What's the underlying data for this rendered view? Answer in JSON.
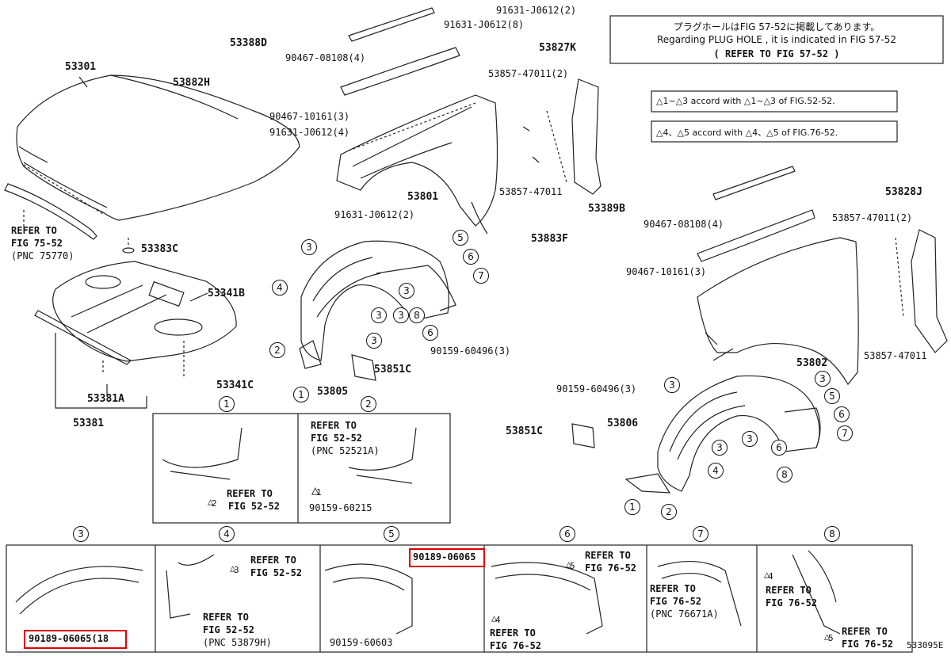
{
  "notes": {
    "line1": "プラグホールはFIG 57-52に掲載してあります。",
    "line2": "Regarding PLUG HOLE , it is indicated in FIG 57-52",
    "line3": "( REFER TO FIG 57-52 )",
    "accord1_a": "1",
    "accord1_sep": "~",
    "accord1_b": "3",
    "accord1_text": "accord with",
    "accord1_c": "1",
    "accord1_d": "3",
    "accord1_end": "of FIG.52-52.",
    "accord2_a": "4",
    "accord2_sep": "、",
    "accord2_b": "5",
    "accord2_text": "accord with",
    "accord2_c": "4",
    "accord2_d": "5",
    "accord2_end": "of FIG.76-52."
  },
  "parts": {
    "p53301": "53301",
    "p53388D": "53388D",
    "p53882H": "53882H",
    "p53383C": "53383C",
    "p53341B": "53341B",
    "p53341C": "53341C",
    "p53381A": "53381A",
    "p53381": "53381",
    "p53801": "53801",
    "p53805": "53805",
    "p53851C_1": "53851C",
    "p53827K": "53827K",
    "p53828J": "53828J",
    "p53389B": "53389B",
    "p53883F": "53883F",
    "p53802": "53802",
    "p53806": "53806",
    "p53851C_2": "53851C",
    "b91631_J0612_2": "91631-J0612(2)",
    "b91631_J0612_8": "91631-J0612(8)",
    "b90467_08108_4": "90467-08108(4)",
    "b90467_10161_3": "90467-10161(3)",
    "b91631_J0612_4": "91631-J0612(4)",
    "b53857_47011_2": "53857-47011(2)",
    "b53857_47011": "53857-47011",
    "b91631_J0612_2b": "91631-J0612(2)",
    "b90159_60496_3": "90159-60496(3)",
    "b90467_08108_4b": "90467-08108(4)",
    "b90467_10161_3b": "90467-10161(3)",
    "b53857_47011_2b": "53857-47011(2)",
    "b53857_47011b": "53857-47011",
    "b90159_60496_3b": "90159-60496(3)"
  },
  "refer_left": {
    "l1": "REFER TO",
    "l2": "FIG 75-52",
    "l3": "(PNC 75770)"
  },
  "detail1": {
    "num": "1",
    "refer": "REFER TO",
    "fig": "FIG 52-52",
    "tri": "2"
  },
  "detail2": {
    "num": "2",
    "refer": "REFER TO",
    "fig": "FIG 52-52",
    "pnc": "(PNC 52521A)",
    "tri": "1",
    "part": "90159-60215"
  },
  "bottom": {
    "c3": {
      "num": "3",
      "part": "90189-06065(18"
    },
    "c4": {
      "num": "4",
      "tri": "3",
      "refer1": "REFER TO",
      "fig1": "FIG 52-52",
      "refer2": "REFER TO",
      "fig2": "FIG 52-52",
      "pnc": "(PNC 53879H)"
    },
    "c5": {
      "num": "5",
      "part_hl": "90189-06065",
      "part": "90159-60603"
    },
    "c6": {
      "num": "6",
      "tri1": "5",
      "refer1": "REFER TO",
      "fig1": "FIG 76-52",
      "tri2": "4",
      "refer2": "REFER TO",
      "fig2": "FIG 76-52"
    },
    "c7": {
      "num": "7",
      "refer": "REFER TO",
      "fig": "FIG 76-52",
      "pnc": "(PNC 76671A)"
    },
    "c8": {
      "num": "8",
      "tri1": "4",
      "refer1": "REFER TO",
      "fig1": "FIG 76-52",
      "tri2": "5",
      "refer2": "REFER TO",
      "fig2": "FIG 76-52"
    }
  },
  "circles": {
    "c1": "1",
    "c2": "2",
    "c3": "3",
    "c4": "4",
    "c5": "5",
    "c6": "6",
    "c7": "7",
    "c8": "8"
  },
  "diagram_id": "533095E"
}
